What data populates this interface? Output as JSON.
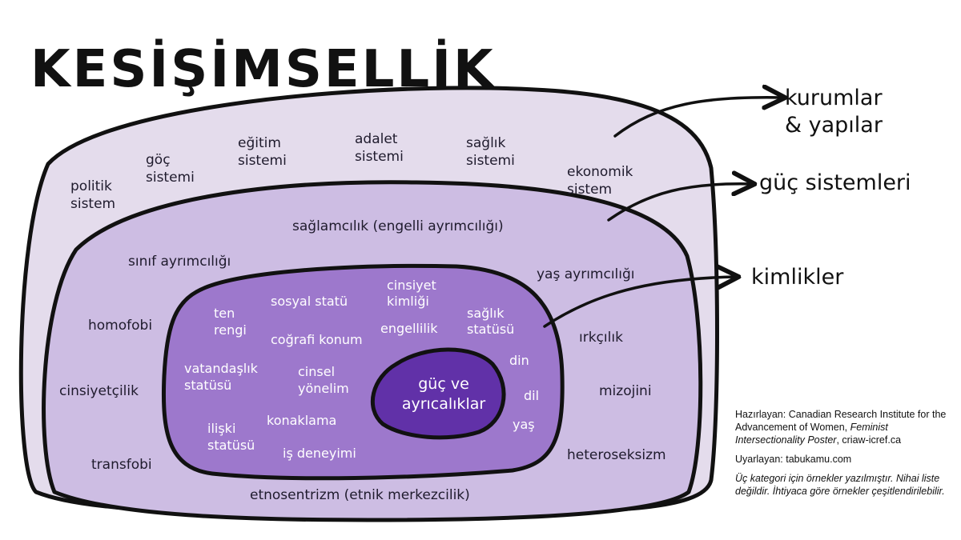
{
  "title": "KESİŞİMSELLİK",
  "arrows": {
    "institutions": [
      "kurumlar",
      "& yapılar"
    ],
    "power_systems": [
      "güç sistemleri"
    ],
    "identities": [
      "kimlikler"
    ]
  },
  "outer_layer": {
    "labels": [
      [
        "politik",
        "sistem"
      ],
      [
        "göç",
        "sistemi"
      ],
      [
        "eğitim",
        "sistemi"
      ],
      [
        "adalet",
        "sistemi"
      ],
      [
        "sağlık",
        "sistemi"
      ],
      [
        "ekonomik",
        "sistem"
      ]
    ]
  },
  "middle_layer": {
    "labels": [
      [
        "sağlamcılık (engelli ayrımcılığı)"
      ],
      [
        "sınıf ayrımcılığı"
      ],
      [
        "yaş ayrımcılığı"
      ],
      [
        "homofobi"
      ],
      [
        "ırkçılık"
      ],
      [
        "cinsiyetçilik"
      ],
      [
        "mizojini"
      ],
      [
        "transfobi"
      ],
      [
        "heteroseksizm"
      ],
      [
        "etnosentrizm (etnik merkezcilik)"
      ]
    ]
  },
  "inner_layer": {
    "labels": [
      [
        "ten",
        "rengi"
      ],
      [
        "sosyal statü"
      ],
      [
        "cinsiyet",
        "kimliği"
      ],
      [
        "sağlık",
        "statüsü"
      ],
      [
        "coğrafi konum"
      ],
      [
        "engellilik"
      ],
      [
        "din"
      ],
      [
        "vatandaşlık",
        "statüsü"
      ],
      [
        "cinsel",
        "yönelim"
      ],
      [
        "dil"
      ],
      [
        "konaklama"
      ],
      [
        "yaş"
      ],
      [
        "ilişki",
        "statüsü"
      ],
      [
        "iş deneyimi"
      ]
    ]
  },
  "core": [
    "güç ve",
    "ayrıcalıklar"
  ],
  "credits": {
    "prepared_by_label": "Hazırlayan:",
    "prepared_by_text": "Canadian Research Institute for the Advancement of Women,",
    "poster_title": "Feminist Intersectionality Poster",
    "poster_source": ", criaw-icref.ca",
    "adapted_by": "Uyarlayan: tabukamu.com",
    "note": "Üç kategori için örnekler yazılmıştır. Nihai liste değildir. İhtiyaca göre örnekler çeşitlendirilebilir."
  },
  "colors": {
    "outer_fill": "#e4dcec",
    "middle_fill": "#cdbde3",
    "inner_fill": "#9d78cc",
    "core_fill": "#6131a8",
    "outline": "#111111"
  }
}
